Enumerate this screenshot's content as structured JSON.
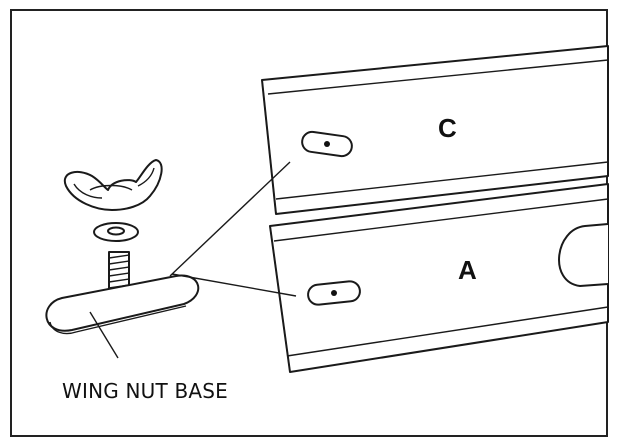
{
  "labels": {
    "panel_top": "C",
    "panel_bottom": "A",
    "part_caption": "WING NUT BASE"
  }
}
